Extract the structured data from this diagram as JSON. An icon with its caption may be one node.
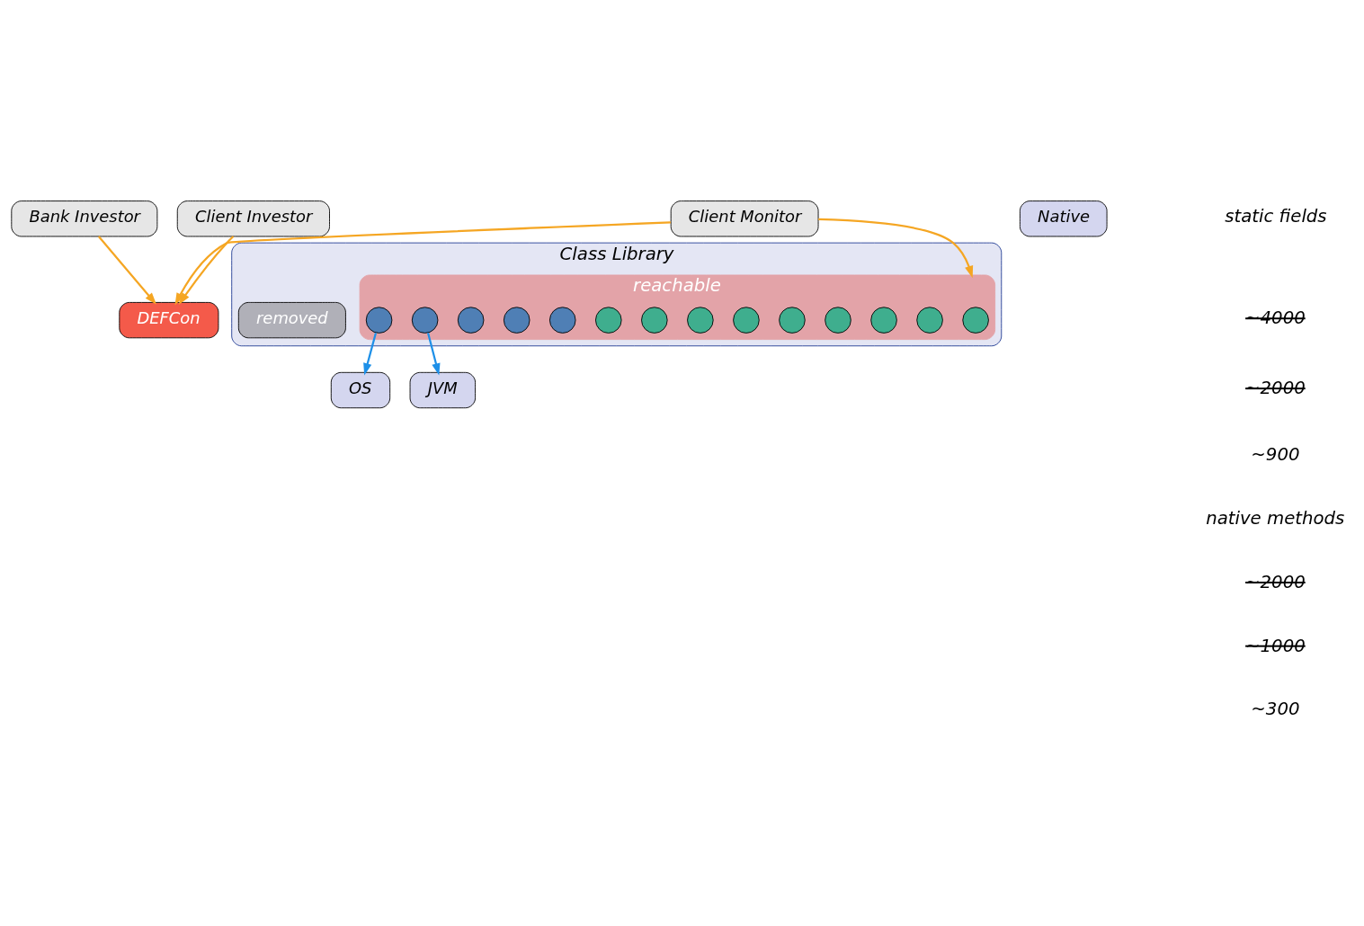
{
  "diagram": {
    "nodes": [
      {
        "text": [
          "Bank Investor"
        ]
      },
      {
        "text": [
          "Client Investor"
        ]
      },
      {
        "text": [
          "Client Monitor"
        ]
      },
      {
        "text": [
          "DEFCon"
        ]
      },
      {
        "text": [
          "Class Library"
        ]
      },
      {
        "text": [
          "removed"
        ],
        "in": 4
      },
      {
        "text": [
          "reachable"
        ],
        "in": 4
      },
      {
        "text": [],
        "shape": "circle",
        "in": 6
      },
      {
        "text": [],
        "shape": "circle",
        "in": 6
      },
      {
        "text": [],
        "shape": "circle",
        "in": 6
      },
      {
        "text": [],
        "shape": "circle",
        "in": 6
      },
      {
        "text": [],
        "shape": "circle",
        "in": 6
      },
      {
        "text": [],
        "shape": "circle",
        "in": 6
      },
      {
        "text": [],
        "shape": "circle",
        "in": 6
      },
      {
        "text": [],
        "shape": "circle",
        "in": 6
      },
      {
        "text": [],
        "shape": "circle",
        "in": 6
      },
      {
        "text": [],
        "shape": "circle",
        "in": 6
      },
      {
        "text": [],
        "shape": "circle",
        "in": 6
      },
      {
        "text": [],
        "shape": "circle",
        "in": 6
      },
      {
        "text": [],
        "shape": "circle",
        "in": 6
      },
      {
        "text": [],
        "shape": "circle",
        "in": 6
      },
      {
        "text": [
          "Native"
        ]
      },
      {
        "text": [
          "JVM"
        ]
      },
      {
        "text": [
          "OS"
        ]
      }
    ],
    "edges": [
      {
        "from": 0,
        "to": 3,
        "arrow": "to"
      },
      {
        "from": 1,
        "to": 3,
        "arrow": "to"
      },
      {
        "from": 2,
        "to": 3,
        "arrow": "to"
      },
      {
        "from": 2,
        "to": 6,
        "arrow": "to"
      },
      {
        "from": 20,
        "to": 22,
        "arrow": "to",
        "color": "#1e90e8"
      },
      {
        "from": 19,
        "to": 23,
        "arrow": "to",
        "color": "#1e90e8"
      }
    ],
    "labels": [
      "static fields",
      "~4000",
      "~2000",
      "~900",
      "native methods",
      "~2000",
      "~1000",
      "~300"
    ]
  }
}
